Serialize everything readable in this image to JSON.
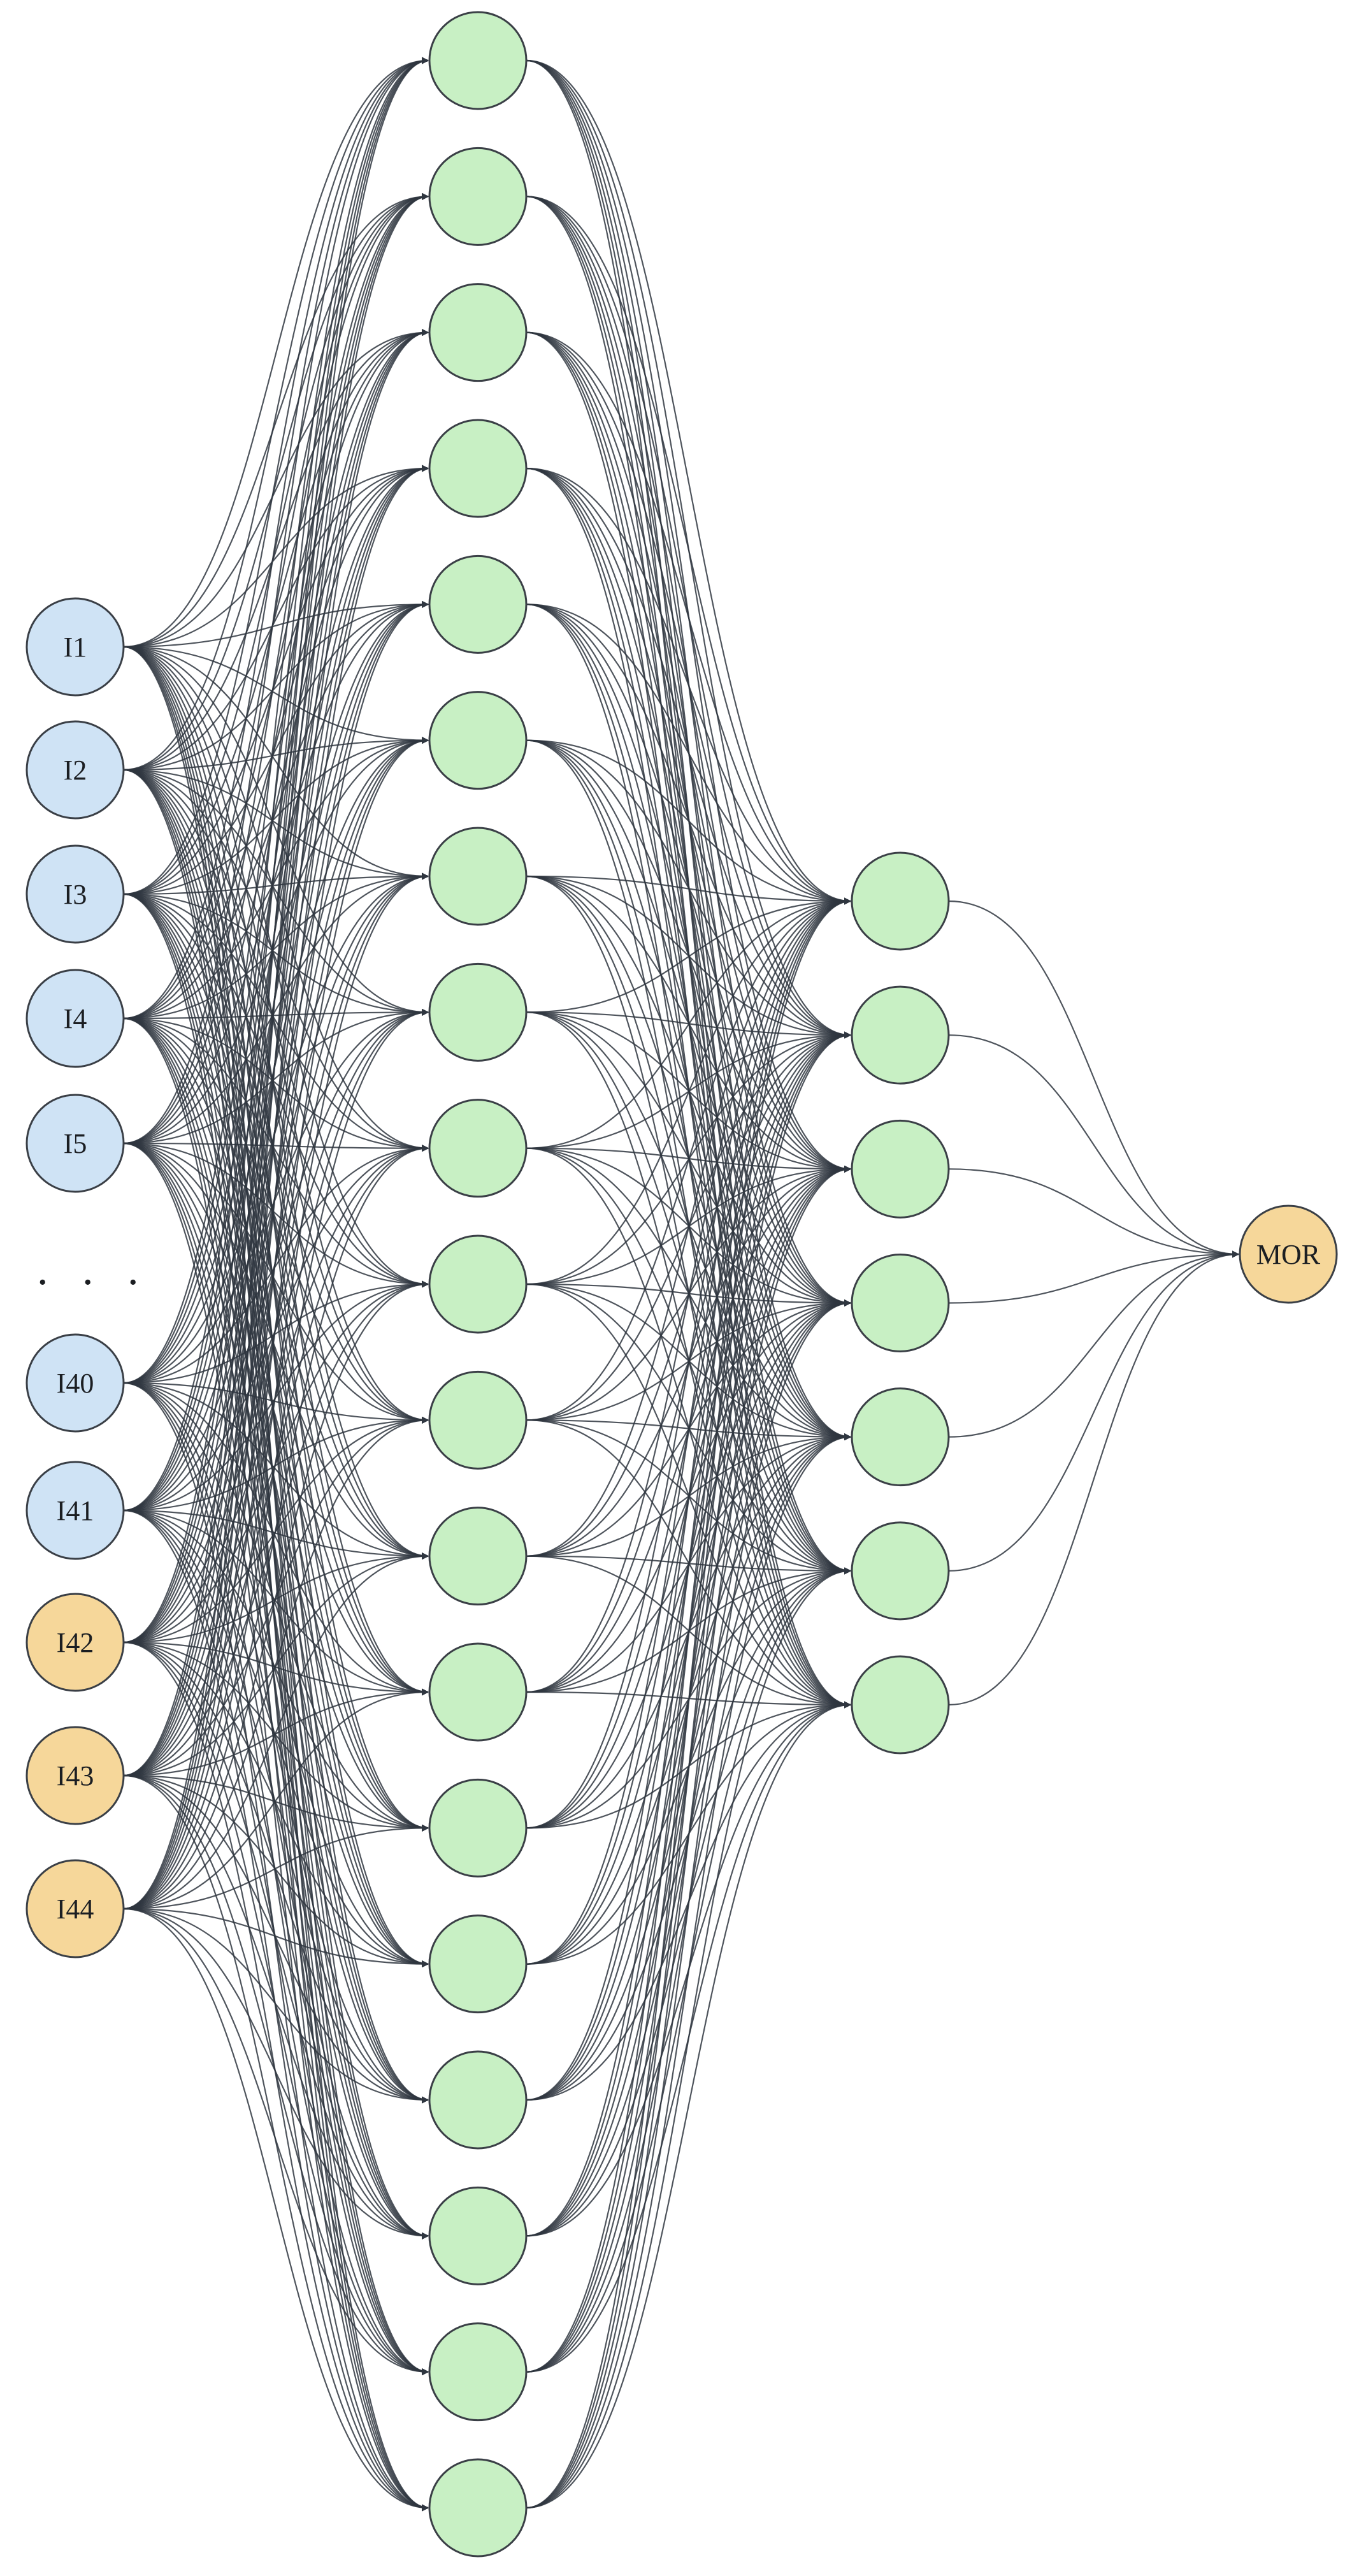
{
  "diagram": {
    "colors": {
      "input_blue": "#cfe3f5",
      "input_orange": "#f6d79a",
      "hidden_green": "#c8f0c4",
      "output_orange": "#f6d79a",
      "edge": "#2f3640"
    },
    "input_layer": {
      "nodes": [
        {
          "label": "I1",
          "color": "input_blue"
        },
        {
          "label": "I2",
          "color": "input_blue"
        },
        {
          "label": "I3",
          "color": "input_blue"
        },
        {
          "label": "I4",
          "color": "input_blue"
        },
        {
          "label": "I5",
          "color": "input_blue"
        },
        {
          "label": "I40",
          "color": "input_blue"
        },
        {
          "label": "I41",
          "color": "input_blue"
        },
        {
          "label": "I42",
          "color": "input_orange"
        },
        {
          "label": "I43",
          "color": "input_orange"
        },
        {
          "label": "I44",
          "color": "input_orange"
        }
      ],
      "ellipsis": ". . ."
    },
    "hidden_layer_1": {
      "node_count": 19,
      "color": "hidden_green"
    },
    "hidden_layer_2": {
      "node_count": 7,
      "color": "hidden_green"
    },
    "output_layer": {
      "nodes": [
        {
          "label": "MOR",
          "color": "output_orange"
        }
      ]
    }
  }
}
